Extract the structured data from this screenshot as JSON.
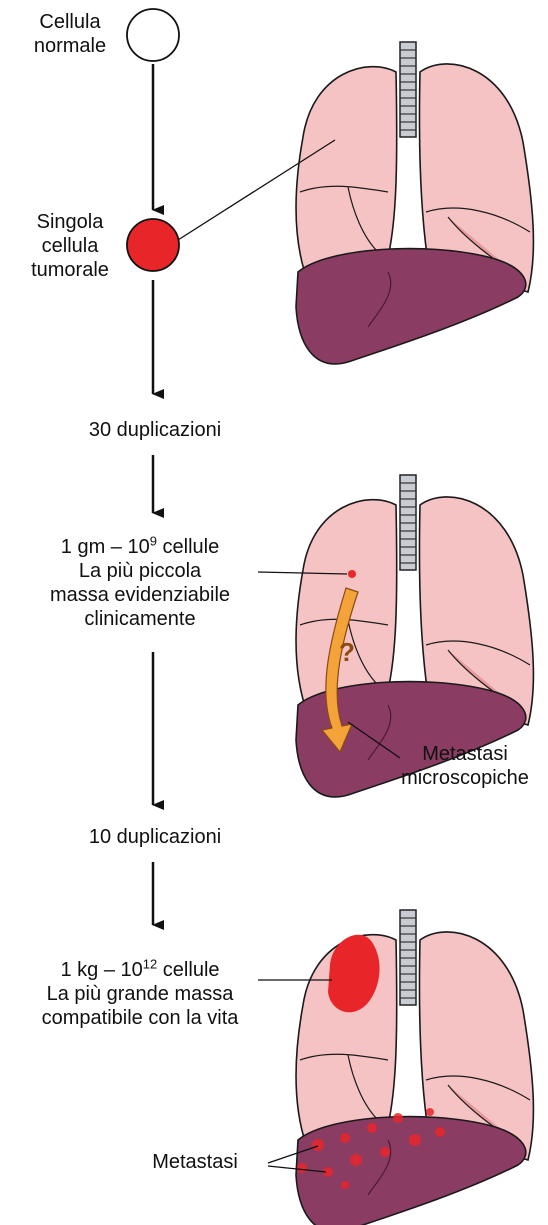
{
  "labels": {
    "normal_cell": [
      "Cellula",
      "normale"
    ],
    "tumor_cell": [
      "Singola",
      "cellula",
      "tumorale"
    ],
    "doublings_30": "30 duplicazioni",
    "stage2": {
      "mass_prefix": "1 gm – 10",
      "mass_exp": "9",
      "mass_suffix": " cellule",
      "line2": "La più piccola",
      "line3": "massa evidenziabile",
      "line4": "clinicamente"
    },
    "micro_metastases": [
      "Metastasi",
      "microscopiche"
    ],
    "question_mark": "?",
    "doublings_10": "10 duplicazioni",
    "stage3": {
      "mass_prefix": "1 kg – 10",
      "mass_exp": "12",
      "mass_suffix": " cellule",
      "line2": "La più grande massa",
      "line3": "compatibile con la vita"
    },
    "metastases": "Metastasi"
  },
  "colors": {
    "lung_fill": "#f6c3c5",
    "lung_shadow": "#e89a9e",
    "liver_fill": "#8a3c62",
    "tumor_red": "#e8262a",
    "arrow_orange": "#f3a33a",
    "outline": "#1a1a1a"
  }
}
